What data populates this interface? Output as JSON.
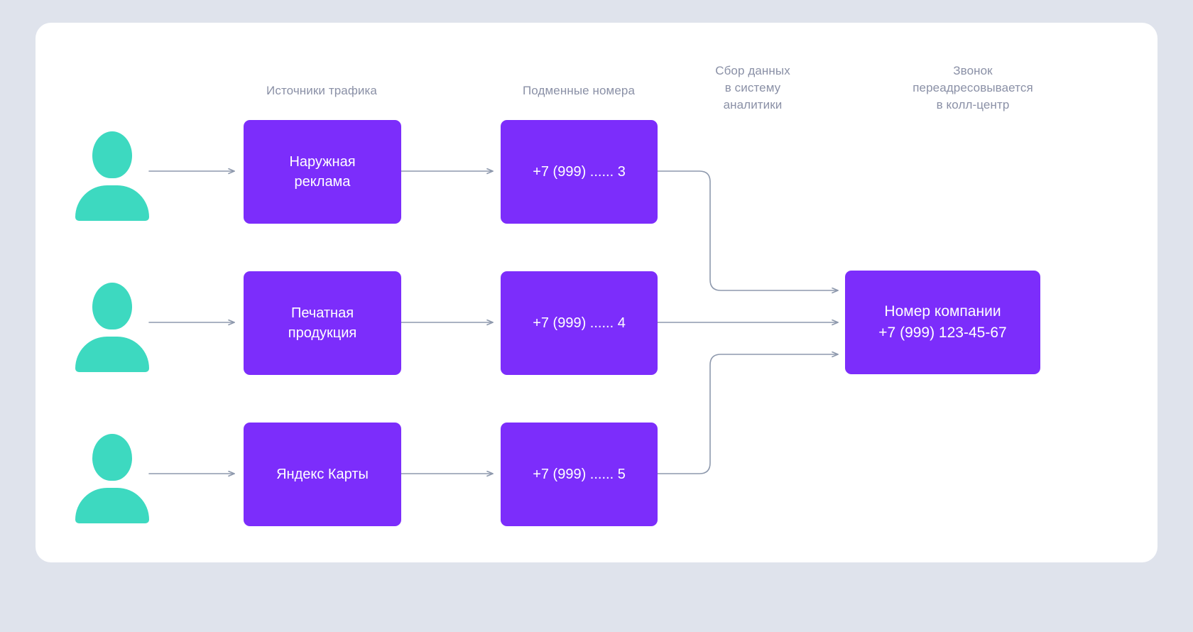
{
  "canvas": {
    "background_color": "#dfe3ec",
    "card_color": "#ffffff",
    "accent_purple": "#7c2dfb",
    "accent_teal": "#3dd9c0",
    "line_color": "#8e99ad",
    "heading_color": "#8a90a6"
  },
  "headings": [
    {
      "id": "traffic-sources",
      "text": "Источники трафика"
    },
    {
      "id": "substitute-numbers",
      "text": "Подменные номера"
    },
    {
      "id": "analytics-collection",
      "text": "Сбор данных\nв систему\nаналитики"
    },
    {
      "id": "call-forwarding",
      "text": "Звонок\nпереадресовывается\nв колл-центр"
    }
  ],
  "rows": [
    {
      "visitor": "visitor-1",
      "source": "Наружная\nреклама",
      "number": "+7 (999) ...... 3"
    },
    {
      "visitor": "visitor-2",
      "source": "Печатная\nпродукция",
      "number": "+7 (999) ...... 4"
    },
    {
      "visitor": "visitor-3",
      "source": "Яндекс Карты",
      "number": "+7 (999) ...... 5"
    }
  ],
  "destination": {
    "title": "Номер компании",
    "phone": "+7 (999) 123-45-67",
    "text": "Номер компании\n+7 (999) 123-45-67"
  },
  "icons": {
    "person": "person-icon",
    "arrow": "arrow-right-icon"
  }
}
